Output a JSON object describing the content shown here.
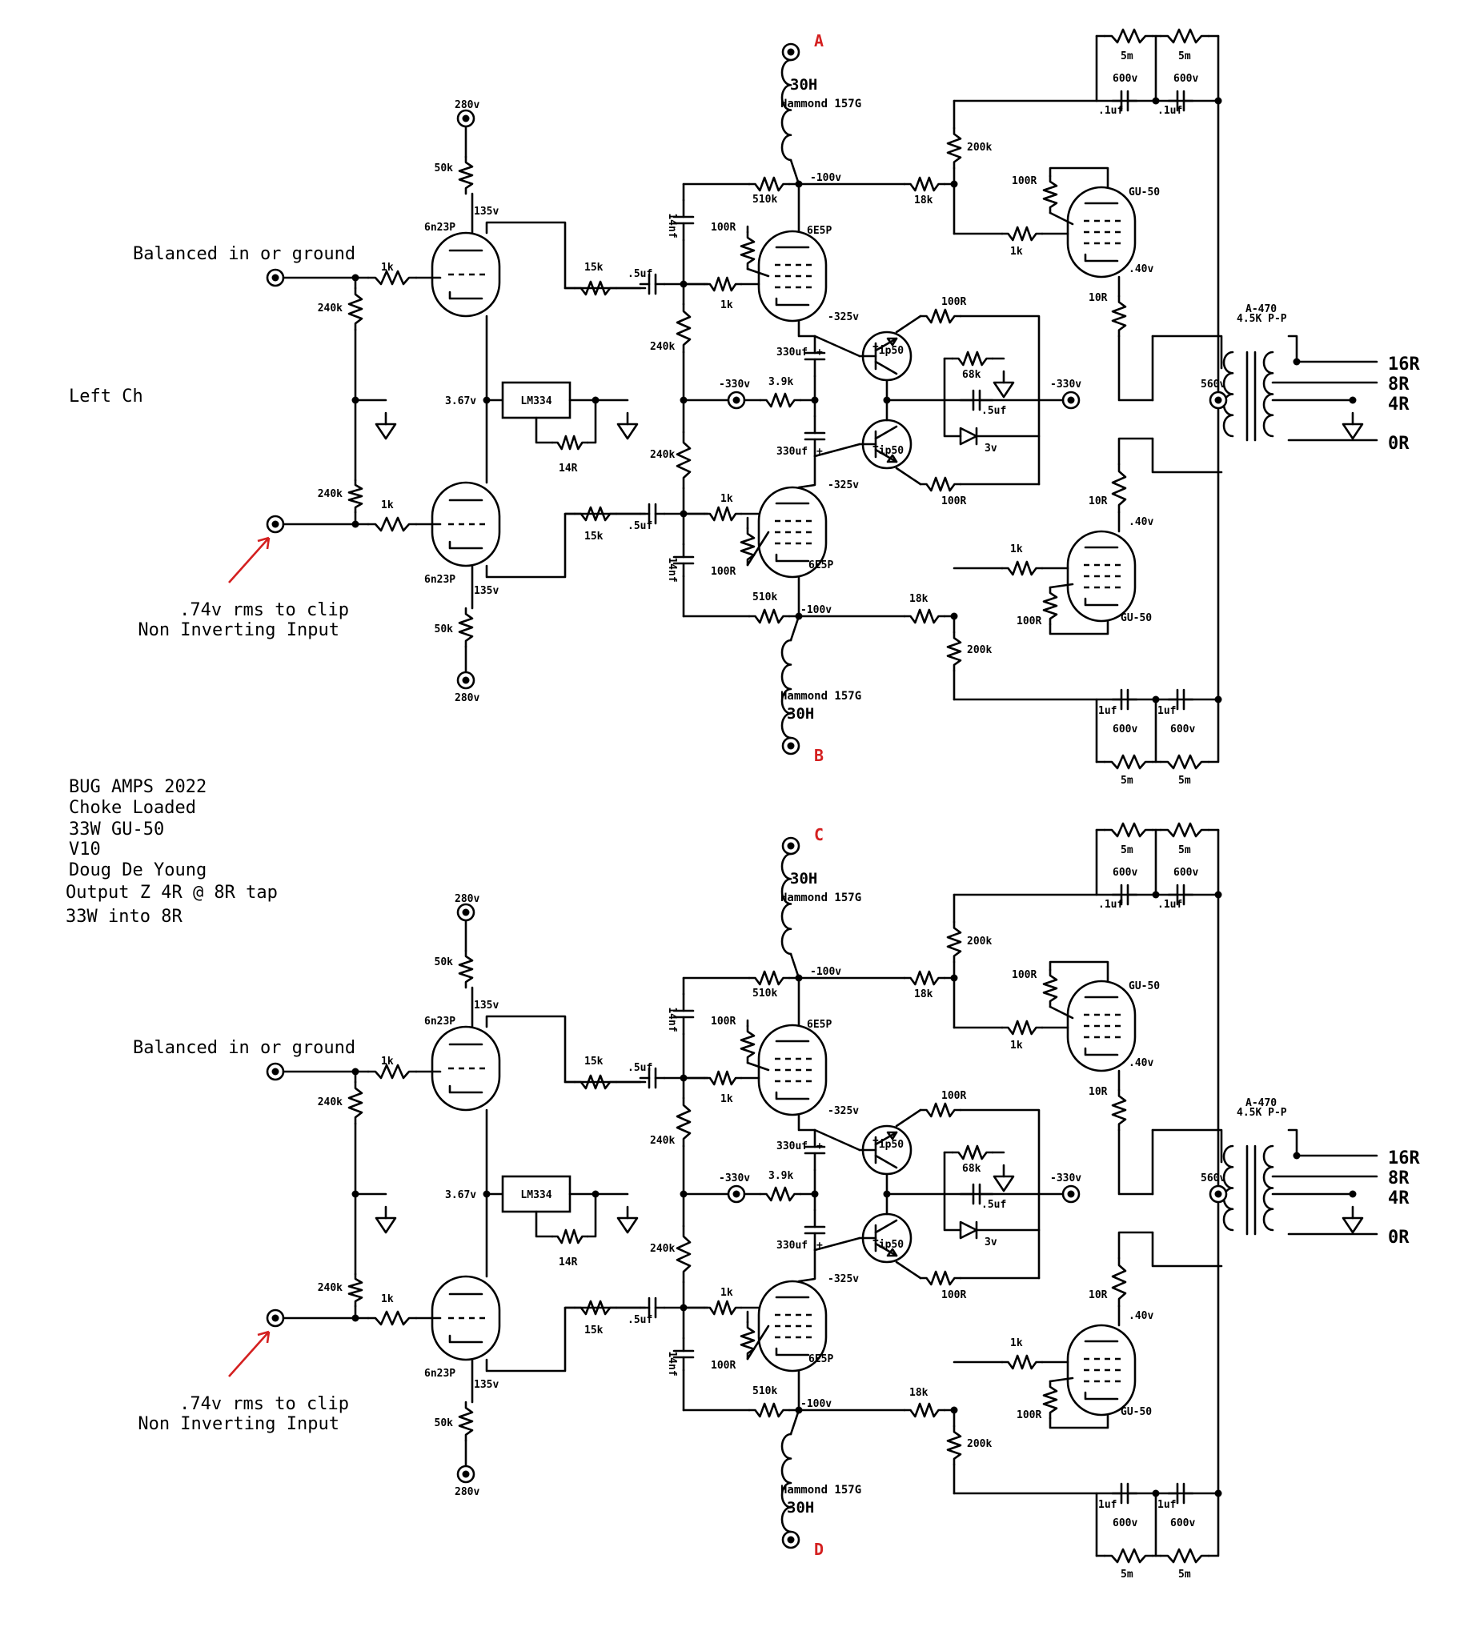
{
  "channels": [
    {
      "title": "Left Ch",
      "input_top": "Balanced in or ground",
      "input_bottom_1": ".74v rms to clip",
      "input_bottom_2": "Non Inverting Input",
      "v280": "280v",
      "r50k": "50k",
      "v135": "135v",
      "tube_6n23p": "6n23P",
      "r1k": "1k",
      "r240k": "240k",
      "v367": "3.67v",
      "lm334": "LM334",
      "r14r": "14R",
      "r15k": "15k",
      "c5uf": ".5uf",
      "c14nf": "14nf",
      "r510k": "510k",
      "vm100": "-100v",
      "r100r": "100R",
      "tube_6e5p": "6E5P",
      "vm325": "-325v",
      "c330uf": "330uf",
      "plus": "+",
      "vm330": "-330v",
      "r39k": "3.9k",
      "tip50": "Tip50",
      "r68k": "68k",
      "v3": "3v",
      "r18k": "18k",
      "r200k": "200k",
      "r5m": "5m",
      "v600": "600v",
      "c1uf": ".1uf",
      "c1uf_b": "1uf",
      "tube_gu50": "GU-50",
      "v40": ".40v",
      "r10r": "10R",
      "xfmr_1": "A-470",
      "xfmr_2": "4.5K P-P",
      "v560": "560v",
      "tap_16r": "16R",
      "tap_8r": "8R",
      "tap_4r": "4R",
      "tap_0r": "0R",
      "choke_h": "30H",
      "choke_name": "Hammond 157G",
      "node_top": "A",
      "node_bottom": "B"
    },
    {
      "input_top": "Balanced in or ground",
      "input_bottom_1": ".74v rms to clip",
      "input_bottom_2": "Non Inverting Input",
      "v280": "280v",
      "r50k": "50k",
      "v135": "135v",
      "tube_6n23p": "6n23P",
      "r1k": "1k",
      "r240k": "240k",
      "v367": "3.67v",
      "lm334": "LM334",
      "r14r": "14R",
      "r15k": "15k",
      "c5uf": ".5uf",
      "c14nf": "14nf",
      "r510k": "510k",
      "vm100": "-100v",
      "r100r": "100R",
      "tube_6e5p": "6E5P",
      "vm325": "-325v",
      "c330uf": "330uf",
      "plus": "+",
      "vm330": "-330v",
      "r39k": "3.9k",
      "tip50": "Tip50",
      "r68k": "68k",
      "v3": "3v",
      "r18k": "18k",
      "r200k": "200k",
      "r5m": "5m",
      "v600": "600v",
      "c1uf": ".1uf",
      "c1uf_b": "1uf",
      "tube_gu50": "GU-50",
      "v40": ".40v",
      "r10r": "10R",
      "xfmr_1": "A-470",
      "xfmr_2": "4.5K P-P",
      "v560": "560v",
      "tap_16r": "16R",
      "tap_8r": "8R",
      "tap_4r": "4R",
      "tap_0r": "0R",
      "choke_h": "30H",
      "choke_name": "Hammond 157G",
      "node_top": "C",
      "node_bottom": "D"
    }
  ],
  "notes": [
    "BUG AMPS 2022",
    "Choke Loaded",
    "33W GU-50",
    "V10",
    "Doug De Young",
    "Output Z 4R @ 8R tap",
    "33W into 8R"
  ],
  "colors": {
    "ink": "#000000",
    "annotation": "#d42020",
    "background": "#ffffff"
  }
}
